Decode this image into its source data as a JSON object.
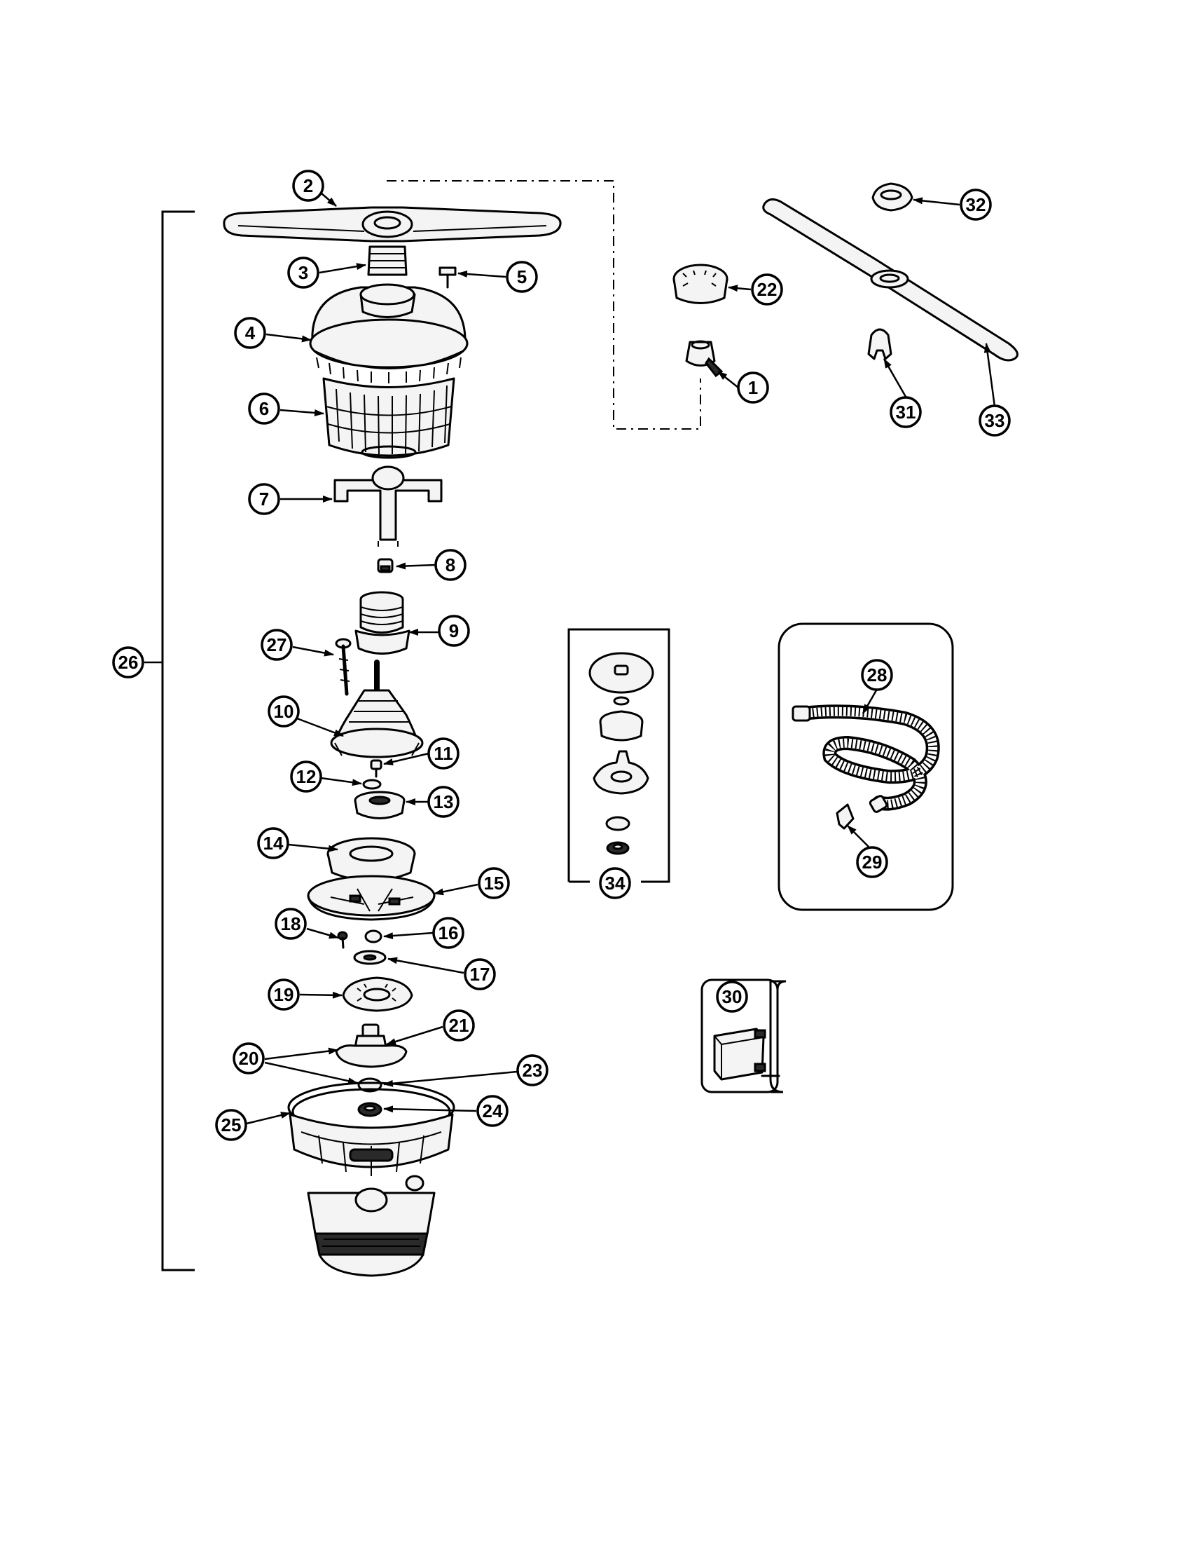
{
  "callouts": [
    {
      "id": "c1",
      "label": "1"
    },
    {
      "id": "c2",
      "label": "2"
    },
    {
      "id": "c3",
      "label": "3"
    },
    {
      "id": "c4",
      "label": "4"
    },
    {
      "id": "c5",
      "label": "5"
    },
    {
      "id": "c6",
      "label": "6"
    },
    {
      "id": "c7",
      "label": "7"
    },
    {
      "id": "c8",
      "label": "8"
    },
    {
      "id": "c9",
      "label": "9"
    },
    {
      "id": "c10",
      "label": "10"
    },
    {
      "id": "c11",
      "label": "11"
    },
    {
      "id": "c12",
      "label": "12"
    },
    {
      "id": "c13",
      "label": "13"
    },
    {
      "id": "c14",
      "label": "14"
    },
    {
      "id": "c15",
      "label": "15"
    },
    {
      "id": "c16",
      "label": "16"
    },
    {
      "id": "c17",
      "label": "17"
    },
    {
      "id": "c18",
      "label": "18"
    },
    {
      "id": "c19",
      "label": "19"
    },
    {
      "id": "c20",
      "label": "20"
    },
    {
      "id": "c21",
      "label": "21"
    },
    {
      "id": "c22",
      "label": "22"
    },
    {
      "id": "c23",
      "label": "23"
    },
    {
      "id": "c24",
      "label": "24"
    },
    {
      "id": "c25",
      "label": "25"
    },
    {
      "id": "c26",
      "label": "26"
    },
    {
      "id": "c27",
      "label": "27"
    },
    {
      "id": "c28",
      "label": "28"
    },
    {
      "id": "c29",
      "label": "29"
    },
    {
      "id": "c30",
      "label": "30"
    },
    {
      "id": "c31",
      "label": "31"
    },
    {
      "id": "c32",
      "label": "32"
    },
    {
      "id": "c33",
      "label": "33"
    },
    {
      "id": "c34",
      "label": "34"
    }
  ]
}
